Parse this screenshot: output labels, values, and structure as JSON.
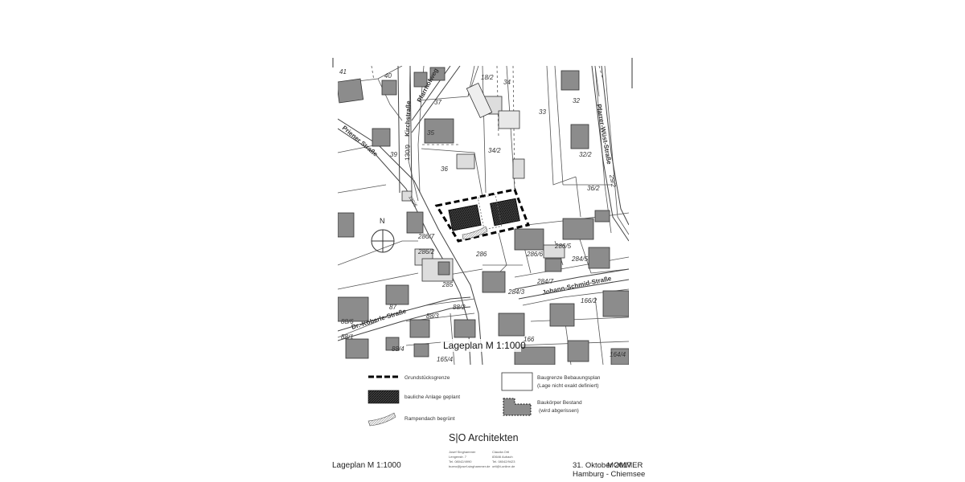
{
  "map": {
    "parcels": [
      "41",
      "40",
      "37",
      "18/2",
      "34",
      "33",
      "32",
      "35",
      "34/2",
      "32/2",
      "39",
      "36",
      "36/2",
      "286/7",
      "286/2",
      "286",
      "286/5",
      "286/6",
      "284/5",
      "284/7",
      "284/3",
      "285",
      "87",
      "88/2",
      "88/3",
      "88/6",
      "88/1",
      "88/4",
      "166/2",
      "166",
      "165/4",
      "164/4"
    ],
    "streets": {
      "pfarrhofweg": "Pfarrhofweg",
      "kirchstrasse": "Kirchstraße",
      "kirchstrasse_no": "130/9",
      "priener": "Priener Straße",
      "pfarrer_wust": "Pfarrer-Wüst-Straße",
      "johann_schmid": "Johann-Schmid-Straße",
      "dr_koeberle": "Dr.-Köberle-Straße",
      "right_edge_no": "29/2",
      "kirch_south_no": "130/6"
    },
    "north_label": "N",
    "map_title": "Lageplan M 1:1000"
  },
  "legend": {
    "items": [
      {
        "label": "Grundstücksgrenze"
      },
      {
        "label": "bauliche Anlage geplant"
      },
      {
        "label": "Rampendach begrünt"
      },
      {
        "label": "Baugrenze Bebauungsplan",
        "label2": "(Lage nicht exakt definiert)"
      },
      {
        "label": "Baukörper Bestand",
        "label2": "(wird abgerissen)"
      }
    ]
  },
  "footer": {
    "firm": "S|O Architekten",
    "person_left": {
      "name": "Josef Singhammer",
      "street": "Lengenstr. 7",
      "tel": "Tel. 08042/4990",
      "email": "buero@josef-singhammer.de"
    },
    "person_right": {
      "name": "Claudia Ortl",
      "city": "83646 Aubach",
      "tel": "Tel. 08042/9423",
      "email": "ortl@t-online.de"
    },
    "title": "Lageplan M 1:1000",
    "date": "31. Oktober 2017",
    "stamp": "MOMMER",
    "place": "Hamburg - Chiemsee"
  }
}
